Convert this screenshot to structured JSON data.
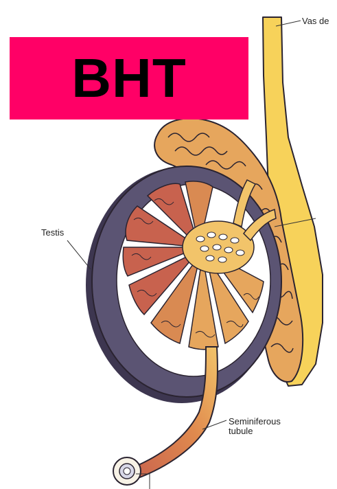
{
  "colors": {
    "banner": "#ff0066",
    "tunica": "#5b5473",
    "tunica_dark": "#3d3650",
    "duct_yellow": "#f7d25a",
    "epididymis_orange": "#e6a65d",
    "lobule_red": "#c8624e",
    "lobule_orange": "#d98a52",
    "outline": "#2a2330"
  },
  "banner": {
    "text": "BHT"
  },
  "labels": {
    "vas": "Vas de",
    "testis": "Testis",
    "seminiferous": "Seminiferous tubule"
  }
}
